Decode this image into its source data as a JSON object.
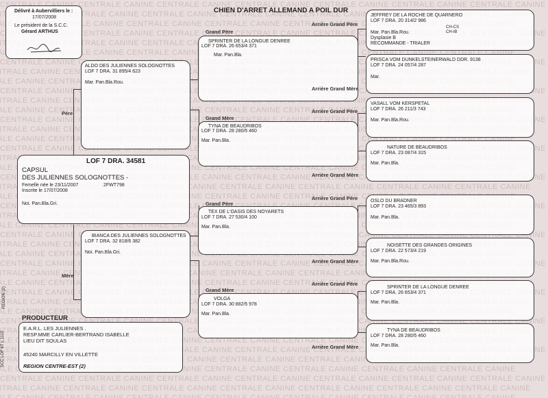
{
  "header": {
    "delivered": "Délivré à Aubervilliers le :",
    "date": "17/07/2008",
    "president_title": "Le président de la S.C.C.",
    "president_name": "Gérard ARTHUS",
    "title": "CHIEN D'ARRET ALLEMAND A POIL DUR"
  },
  "watermark": "CENTRALE CANINE CENTRALE CANINE CENTRALE CANINE CENTRALE CANINE CENTRALE CANINE CENTRALE CANINE CENTRALE CANINE",
  "margin": {
    "region_code": "REGION (2)",
    "form_code": "SCC LOF 6T L 1110"
  },
  "labels": {
    "grand_pere": "Grand Père",
    "grand_mere": "Grand Mère",
    "arriere_grand_pere": "Arrière Grand Père",
    "arriere_grand_mere": "Arrière Grand Mère",
    "pere": "Père",
    "mere": "Mère",
    "producteur": "PRODUCTEUR"
  },
  "dog": {
    "lof": "LOF 7 DRA. 34581",
    "name1": "CAPSUL",
    "name2": "DES JULIENNES SOLOGNOTTES -",
    "born": "Femelle née le  23/11/2007",
    "id": "2FWT798",
    "registered": "Inscrite le 17/07/2008",
    "color": "Noi. Pan.Bla.Gri."
  },
  "pere": {
    "name": "ALDO  DES JULIENNES SOLOGNOTTES",
    "lof": "LOF 7 DRA. 31 895/4 623",
    "color": "Mar. Pan.Bla.Rou."
  },
  "mere": {
    "name": "BIANCA  DES JULIENNES SOLOGNOTTES",
    "lof": "LOF 7 DRA. 32 818/6 382",
    "color": "Noi. Pan.Bla.Gri."
  },
  "gp_pp": {
    "name": "SPRINTER  DE LA LONGUE DENREE",
    "lof": "LOF 7 DRA. 26 653/4 371",
    "color": "Mar. Pan.Bla."
  },
  "gm_pm": {
    "name": "TYNA  DE BEAUDRIBOS",
    "lof": "LOF 7 DRA. 28 280/5 460",
    "color": "Mar. Pan.Bla."
  },
  "gp_mp": {
    "name": "TEX  DE L'OASIS DES NOYARETS",
    "lof": "LOF 7 DRA. 27 530/4 100",
    "color": "Mar. Pan.Bla."
  },
  "gm_mm": {
    "name": "VOLGA",
    "lof": "LOF 7 DRA. 30 882/5 978",
    "color": "Mar. Pan.Bla."
  },
  "ag": [
    {
      "name": "JEFFREY  DE LA ROCHE DE QUARNERO",
      "lof": "LOF 7 DRA. 20 314/2 986",
      "color": "Mar. Pan.Bla.Rou.",
      "titles": [
        "CH-CS",
        "CH-IB"
      ],
      "extra": [
        "Dysplasie B",
        "RECOMMANDE - TRIALER"
      ]
    },
    {
      "name": "PRISCA VOM DUNKELSTEINERWALD DDR. 9138",
      "lof": "LOF 7 DRA. 24 057/4 287",
      "color": "Mar."
    },
    {
      "name": "VASALL VOM KERSPETAL",
      "lof": "LOF 7 DRA. 26 211/3 743",
      "color": "Mar. Pan.Bla.Rou."
    },
    {
      "name": "NATURE  DE BEAUDRIBOS",
      "lof": "LOF 7 DRA. 23 087/4 315",
      "color": "Mar. Pan.Bla."
    },
    {
      "name": "OSLO  DU BRADNER",
      "lof": "LOF 7 DRA. 23 465/3 893",
      "color": "Mar. Pan.Bla."
    },
    {
      "name": "NOISETTE  DES GRANDES ORIGINES",
      "lof": "LOF 7 DRA. 22 573/4 219",
      "color": "Mar. Pan.Bla.Rou."
    },
    {
      "name": "SPRINTER  DE LA LONGUE DENREE",
      "lof": "LOF 7 DRA. 26 653/4 371",
      "color": "Mar. Pan.Bla."
    },
    {
      "name": "TYNA  DE BEAUDRIBOS",
      "lof": "LOF 7 DRA. 28 280/5 460",
      "color": "Mar. Pan.Bla."
    }
  ],
  "producer": {
    "line1": "E.A.R.L. LES JULIENNES .",
    "line2": "RESP.MME CARLIER-BERTRAND ISABELLE",
    "line3": "LIEU DIT SOULAS",
    "line4": "45240 MARCILLY EN VILLETTE",
    "region": "REGION CENTRE-EST (2)"
  }
}
